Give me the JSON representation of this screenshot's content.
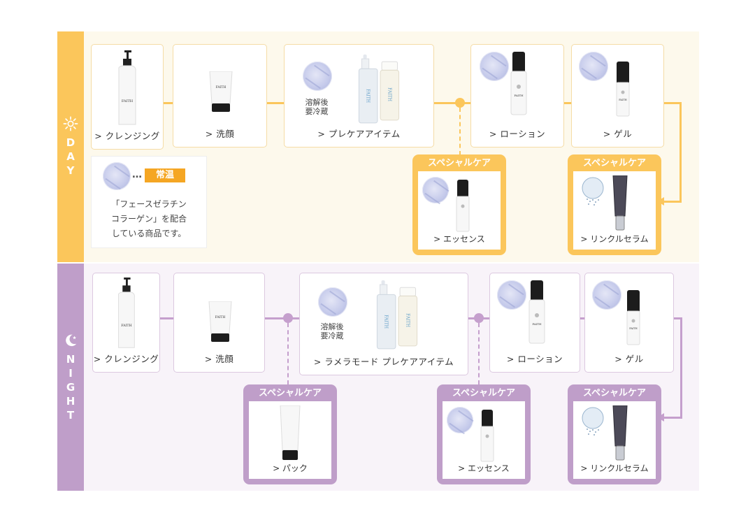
{
  "day": {
    "side_label": [
      "D",
      "A",
      "Y"
    ],
    "side_icon": "sun-icon",
    "steps": [
      {
        "label": "> クレンジング",
        "product": "cleansing-bottle"
      },
      {
        "label": "> 洗顔",
        "product": "face-wash-tube"
      },
      {
        "label": "> プレケアアイテム",
        "product": "pre-care-set",
        "storage_note": [
          "溶解後",
          "要冷蔵"
        ]
      },
      {
        "label": "> ローション",
        "product": "lotion-bottle"
      },
      {
        "label": "> ゲル",
        "product": "gel-bottle"
      }
    ],
    "special_care": [
      {
        "title": "スペシャルケア",
        "label": "> エッセンス",
        "product": "essence-bottle"
      },
      {
        "title": "スペシャルケア",
        "label": "> リンクルセラム",
        "product": "wrinkle-serum-tube"
      }
    ],
    "legend": {
      "badge": "常温",
      "dots": "…",
      "text": "「フェースゼラチンコラーゲン」を配合している商品です。",
      "lines": [
        "「フェースゼラチン",
        "コラーゲン」を配合",
        "している商品です。"
      ]
    }
  },
  "night": {
    "side_label": [
      "N",
      "I",
      "G",
      "H",
      "T"
    ],
    "side_icon": "moon-star-icon",
    "steps": [
      {
        "label": "> クレンジング",
        "product": "cleansing-bottle"
      },
      {
        "label": "> 洗顔",
        "product": "face-wash-tube"
      },
      {
        "label": "> ラメラモード プレケアアイテム",
        "product": "pre-care-set",
        "storage_note": [
          "溶解後",
          "要冷蔵"
        ]
      },
      {
        "label": "> ローション",
        "product": "lotion-bottle"
      },
      {
        "label": "> ゲル",
        "product": "gel-bottle"
      }
    ],
    "special_care": [
      {
        "title": "スペシャルケア",
        "label": "> パック",
        "product": "pack-tube"
      },
      {
        "title": "スペシャルケア",
        "label": "> エッセンス",
        "product": "essence-bottle"
      },
      {
        "title": "スペシャルケア",
        "label": "> リンクルセラム",
        "product": "wrinkle-serum-tube"
      }
    ]
  },
  "colors": {
    "day_accent": "#fbc65b",
    "night_accent": "#bf9ec9",
    "badge": "#f5a623",
    "day_bg": "#fdf9ec",
    "night_bg": "#f8f3f9"
  }
}
